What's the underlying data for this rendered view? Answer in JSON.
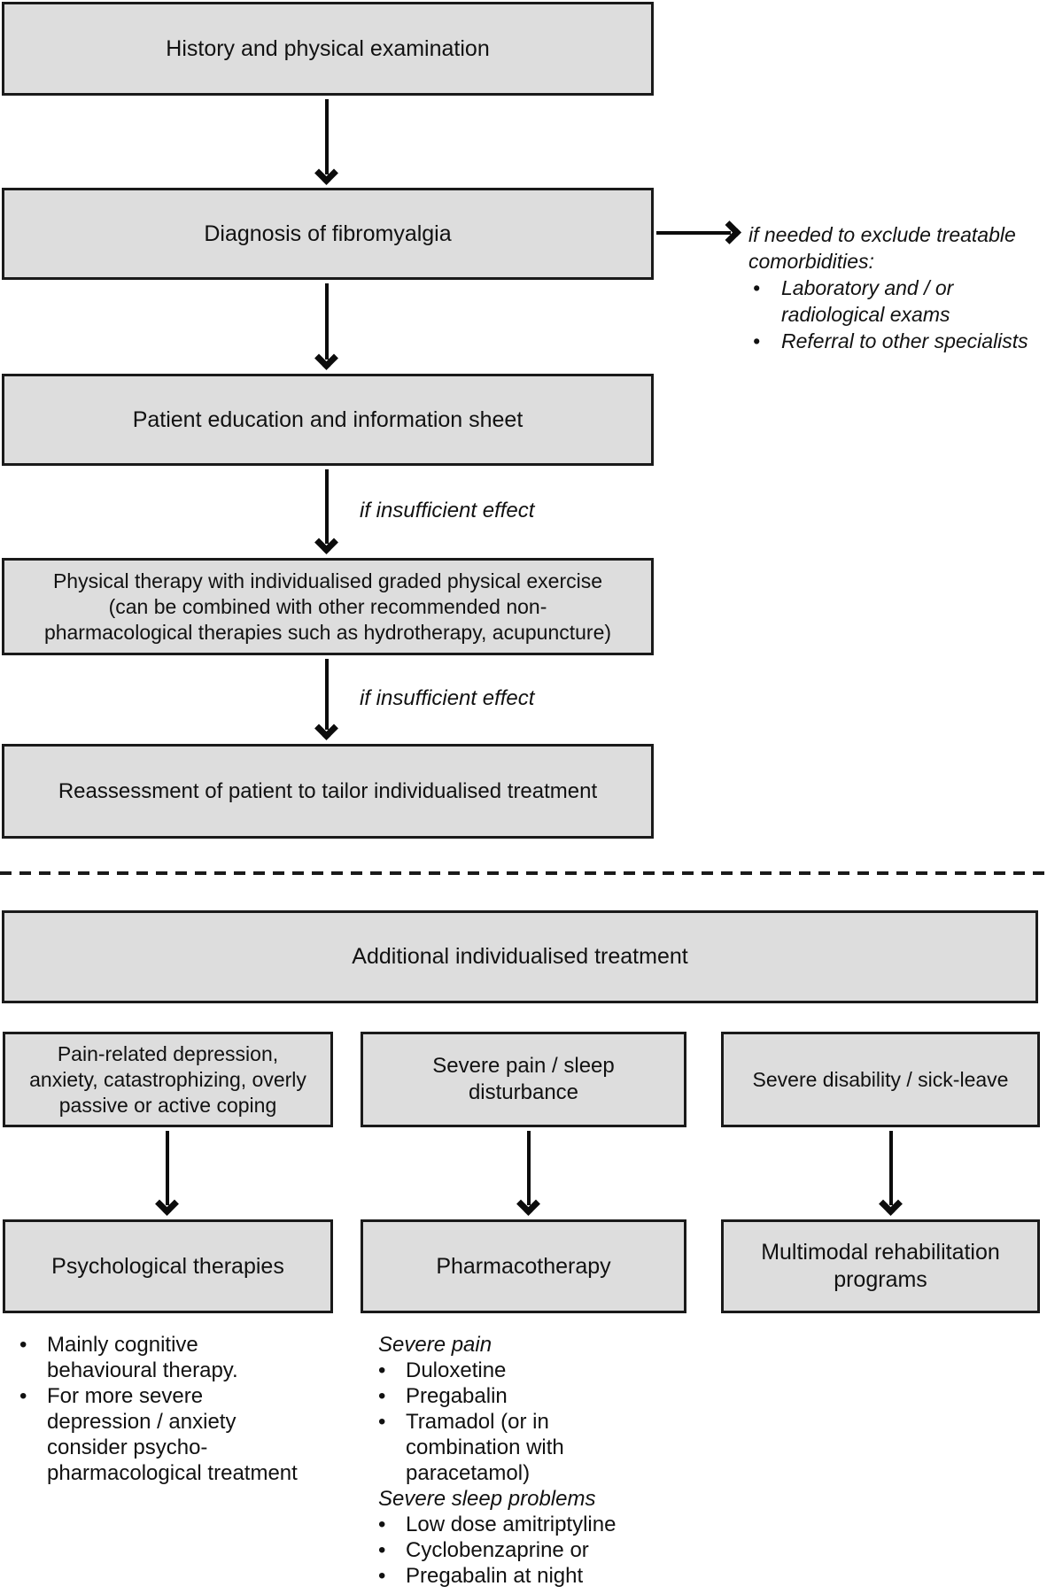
{
  "colors": {
    "box_fill": "#dddddd",
    "box_border": "#1a1a1a",
    "background": "#ffffff",
    "text": "#111111"
  },
  "glyphs": {
    "bullet": "•"
  },
  "flow": {
    "history": "History and physical examination",
    "diagnosis": "Diagnosis of fibromyalgia",
    "education": "Patient education and information sheet",
    "physical_therapy": "Physical therapy with individualised graded physical exercise\n(can be combined with other recommended non-\npharmacological therapies such as hydrotherapy, acupuncture)",
    "reassessment": "Reassessment of patient to tailor individualised treatment",
    "additional": "Additional individualised treatment"
  },
  "edge_labels": {
    "insufficient_effect_1": "if insufficient effect",
    "insufficient_effect_2": "if insufficient effect"
  },
  "comorbidity_note": {
    "heading": "if needed to exclude treatable\ncomorbidities:",
    "bullets": [
      "Laboratory and / or\nradiological exams",
      "Referral to other specialists"
    ]
  },
  "branches": {
    "conditions": [
      "Pain-related depression,\nanxiety, catastrophizing, overly\npassive or active coping",
      "Severe pain / sleep\ndisturbance",
      "Severe disability / sick-leave"
    ],
    "treatments": [
      "Psychological therapies",
      "Pharmacotherapy",
      "Multimodal rehabilitation\nprograms"
    ]
  },
  "psychological_notes": {
    "bullets": [
      "Mainly cognitive\nbehavioural therapy.",
      "For more severe\ndepression / anxiety\nconsider psycho-\npharmacological treatment"
    ]
  },
  "pharmacotherapy_notes": {
    "heading_pain": "Severe pain",
    "pain_options": [
      "Duloxetine",
      "Pregabalin",
      "Tramadol (or in\ncombination with\nparacetamol)"
    ],
    "heading_sleep": "Severe sleep problems",
    "sleep_options": [
      "Low dose amitriptyline",
      "Cyclobenzaprine or",
      "Pregabalin at night"
    ]
  }
}
